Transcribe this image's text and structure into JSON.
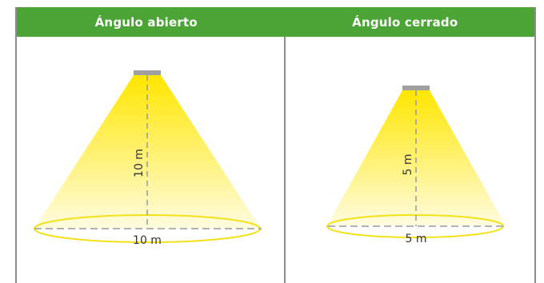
{
  "headers": {
    "left": "Ángulo abierto",
    "right": "Ángulo cerrado"
  },
  "panels": {
    "left": {
      "height_label": "10 m",
      "width_label": "10 m"
    },
    "right": {
      "height_label": "5 m",
      "width_label": "5 m"
    }
  },
  "colors": {
    "header_bg": "#4ba435",
    "header_text": "#ffffff",
    "light_cone": "#ffe600",
    "lamp": "#a0a0a0",
    "ellipse": "#f2e21a",
    "dash": "#999999",
    "border": "#8c8c8c"
  }
}
